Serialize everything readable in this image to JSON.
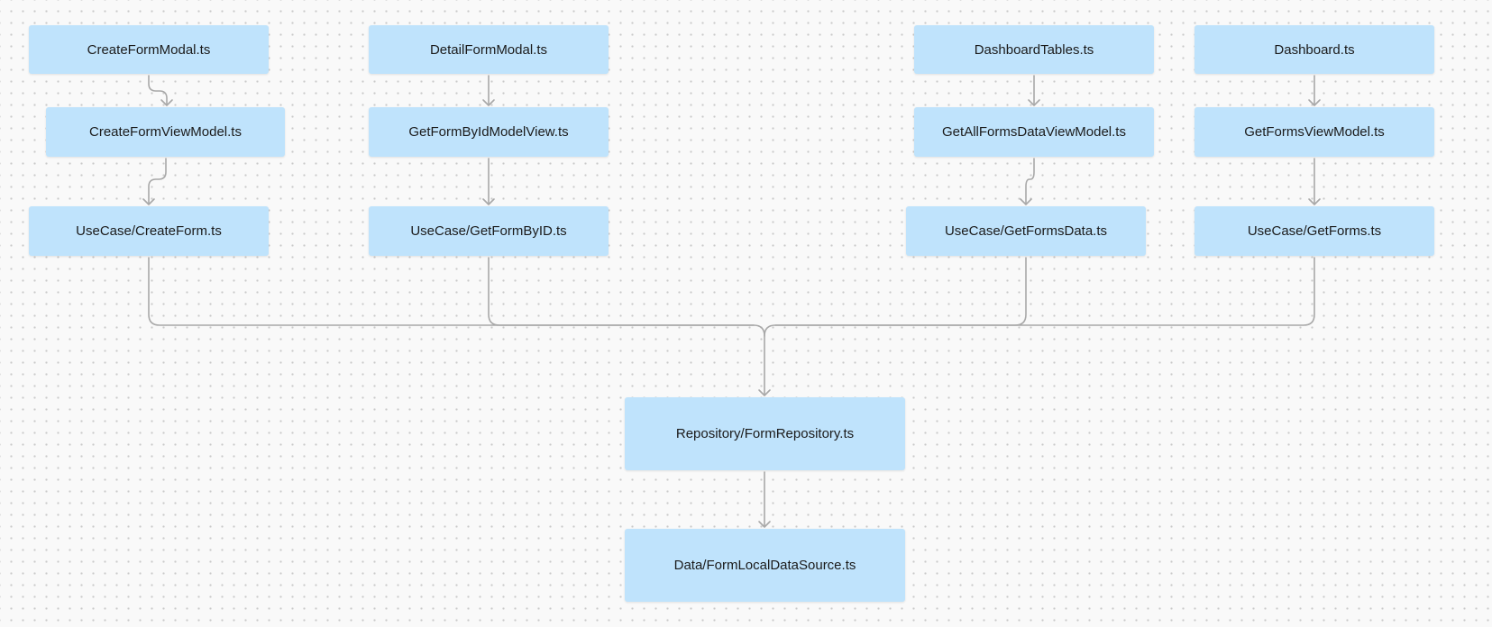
{
  "diagram": {
    "nodes": {
      "create_form_modal": "CreateFormModal.ts",
      "detail_form_modal": "DetailFormModal.ts",
      "dashboard_tables": "DashboardTables.ts",
      "dashboard": "Dashboard.ts",
      "create_form_view_model": "CreateFormViewModel.ts",
      "get_form_by_id_model_view": "GetFormByIdModelView.ts",
      "get_all_forms_data_view_model": "GetAllFormsDataViewModel.ts",
      "get_forms_view_model": "GetFormsViewModel.ts",
      "usecase_create_form": "UseCase/CreateForm.ts",
      "usecase_get_form_by_id": "UseCase/GetFormByID.ts",
      "usecase_get_forms_data": "UseCase/GetFormsData.ts",
      "usecase_get_forms": "UseCase/GetForms.ts",
      "form_repository": "Repository/FormRepository.ts",
      "form_local_data_source": "Data/FormLocalDataSource.ts"
    },
    "colors": {
      "node_fill": "#bfe3fc",
      "connector": "#a8a8a8",
      "text": "#1b1b1b",
      "background": "#f9f9f9"
    }
  }
}
